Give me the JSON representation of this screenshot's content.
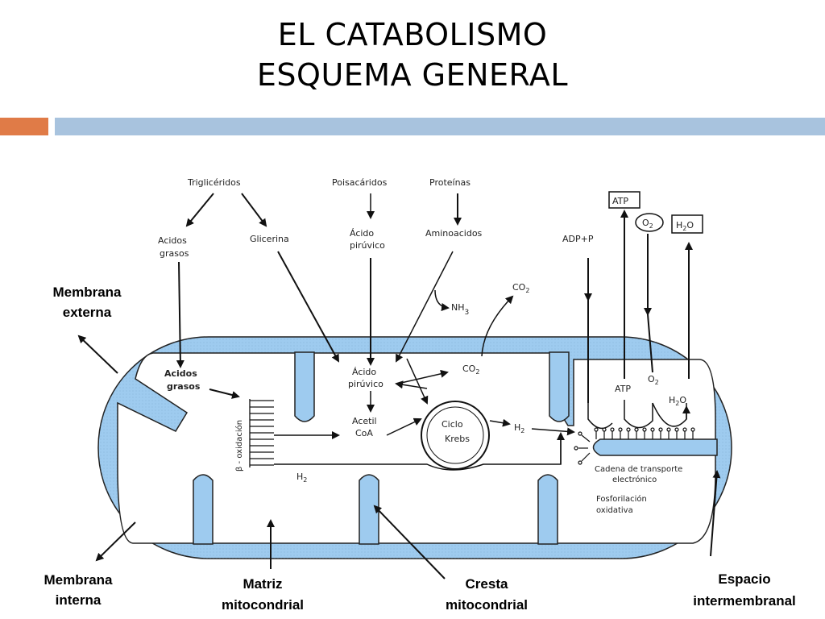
{
  "title": {
    "line1": "EL CATABOLISMO",
    "line2": "ESQUEMA GENERAL"
  },
  "colors": {
    "accent_orange": "#e07b47",
    "accent_blue": "#a8c3de",
    "membrane_blue": "#9ecbef"
  },
  "diagram": {
    "trigliceridos": "Triglicéridos",
    "acidos_grasos_top_1": "Acidos",
    "acidos_grasos_top_2": "grasos",
    "glicerina": "Glicerina",
    "polisacaridos": "Poisacáridos",
    "acido_piruvico_top_1": "Ácido",
    "acido_piruvico_top_2": "pirúvico",
    "proteinas": "Proteínas",
    "aminoacidos": "Aminoacidos",
    "nh3_a": "NH",
    "nh3_b": "3",
    "co2_top_a": "CO",
    "co2_top_b": "2",
    "atp_top": "ATP",
    "adp_p": "ADP+P",
    "o2_top_a": "O",
    "o2_top_b": "2",
    "h2o_top_a": "H",
    "h2o_top_b": "2",
    "h2o_top_c": "O",
    "acidos_grasos_in_1": "Acidos",
    "acidos_grasos_in_2": "grasos",
    "beta_oxidacion": "β - oxidación",
    "acido_piruvico_in_1": "Ácido",
    "acido_piruvico_in_2": "pirúvico",
    "co2_in_a": "CO",
    "co2_in_b": "2",
    "acetil_1": "Acetil",
    "acetil_2": "CoA",
    "ciclo_1": "Ciclo",
    "ciclo_2": "Krebs",
    "h2_right_a": "H",
    "h2_right_b": "2",
    "h2_bottom_a": "H",
    "h2_bottom_b": "2",
    "atp_in": "ATP",
    "o2_in_a": "O",
    "o2_in_b": "2",
    "h2o_in_a": "H",
    "h2o_in_b": "2",
    "h2o_in_c": "O",
    "cadena_1": "Cadena de transporte",
    "cadena_2": "electrónico",
    "fosforilacion_1": "Fosforilación",
    "fosforilacion_2": "oxidativa"
  },
  "labels": {
    "membrana_externa_1": "Membrana",
    "membrana_externa_2": "externa",
    "membrana_interna_1": "Membrana",
    "membrana_interna_2": "interna",
    "matriz_1": "Matriz",
    "matriz_2": "mitocondrial",
    "cresta_1": "Cresta",
    "cresta_2": "mitocondrial",
    "espacio_1": "Espacio",
    "espacio_2": "intermembranal"
  }
}
